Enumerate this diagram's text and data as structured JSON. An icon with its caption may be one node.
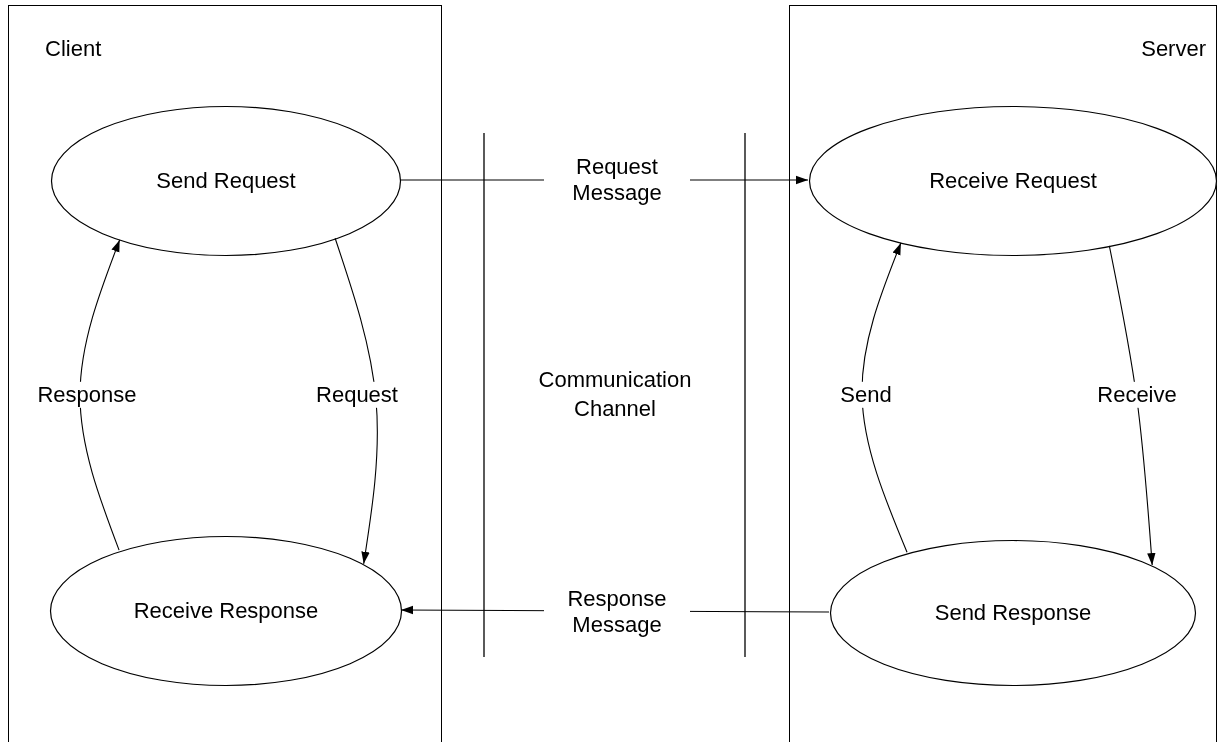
{
  "diagram": {
    "nodes": [
      {
        "text": [
          "Client"
        ]
      },
      {
        "text": [
          "Server"
        ]
      },
      {
        "text": [
          "Send Request"
        ],
        "in": 0
      },
      {
        "text": [
          "Receive Response"
        ],
        "in": 0
      },
      {
        "text": [
          "Receive Request"
        ],
        "in": 1
      },
      {
        "text": [
          "Send Response"
        ],
        "in": 1
      }
    ],
    "edges": [
      {
        "from": 2,
        "to": 4,
        "arrow": "to",
        "label": "Request Message"
      },
      {
        "from": 5,
        "to": 3,
        "arrow": "to",
        "label": "Response Message"
      },
      {
        "from": 2,
        "to": 3,
        "arrow": "to",
        "label": "Request"
      },
      {
        "from": 3,
        "to": 2,
        "arrow": "to",
        "label": "Response"
      },
      {
        "from": 4,
        "to": 5,
        "arrow": "to",
        "label": "Receive"
      },
      {
        "from": 5,
        "to": 4,
        "arrow": "to",
        "label": "Send"
      }
    ],
    "labels": [
      "Communication Channel"
    ]
  }
}
